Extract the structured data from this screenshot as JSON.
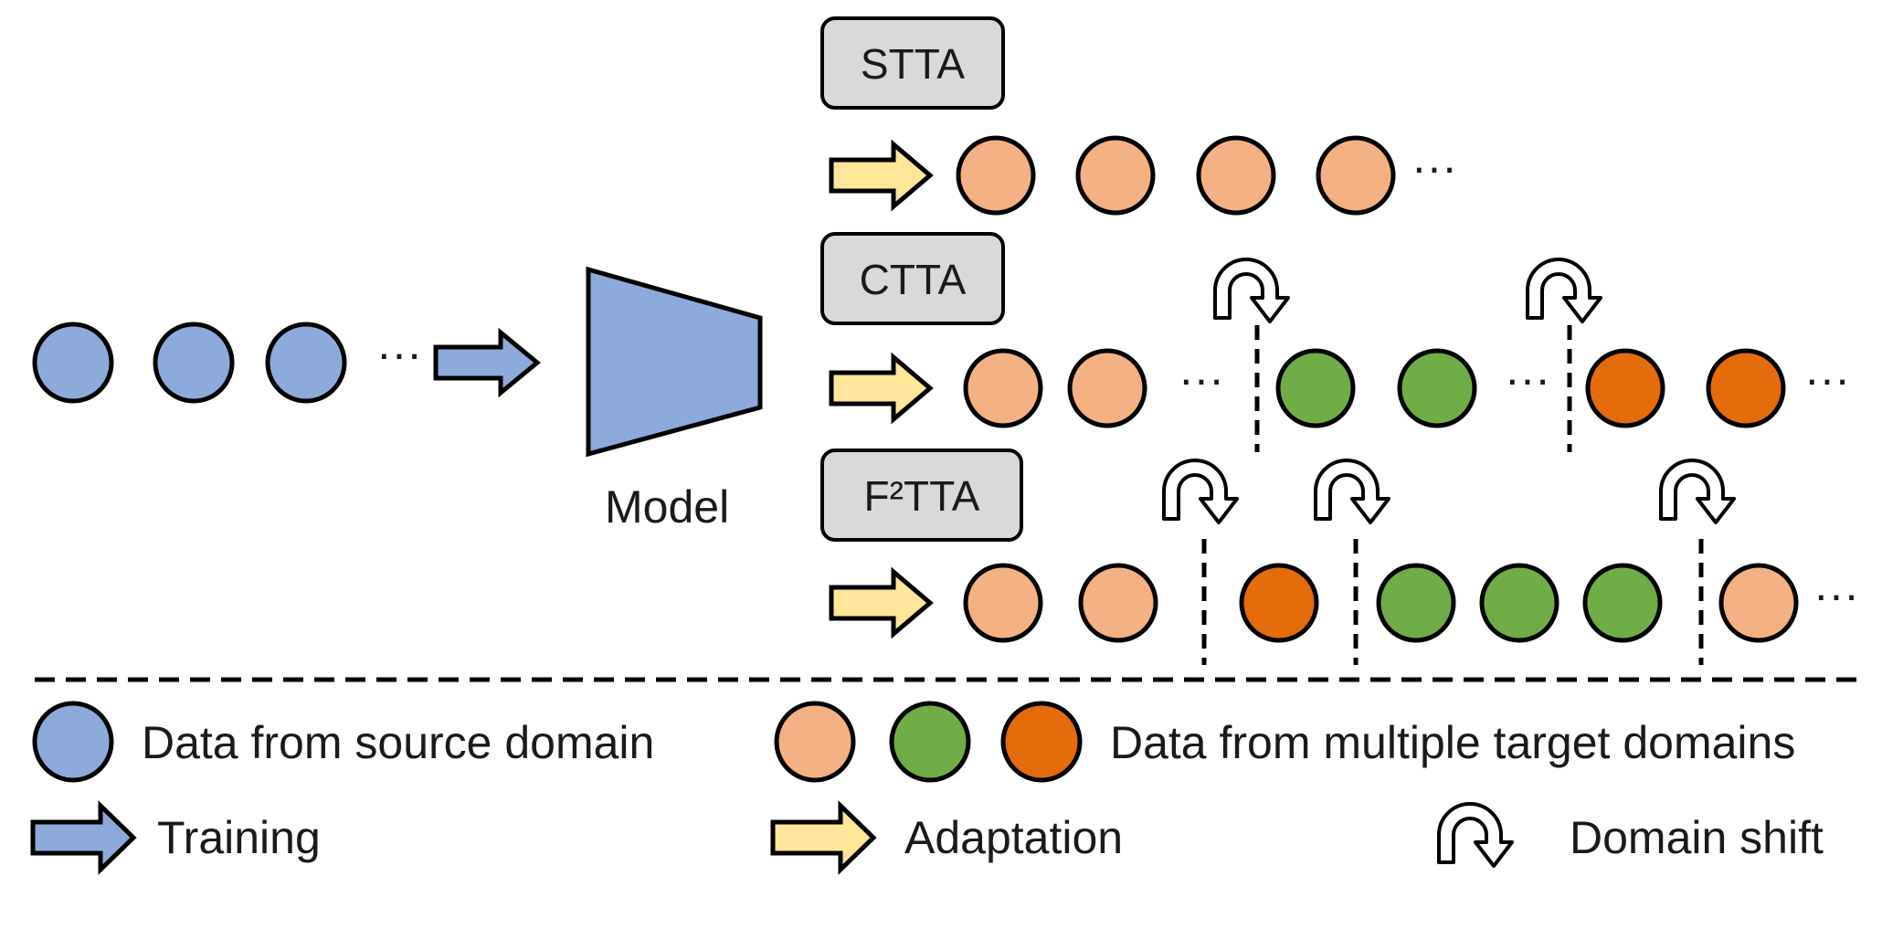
{
  "colors": {
    "source": "#8eaadb",
    "target_a": "#f4b183",
    "target_b": "#70ad47",
    "target_c": "#e46c0a",
    "adapt_arrow": "#ffe699",
    "train_arrow": "#8eaadb",
    "label_box": "#d9d9d9",
    "stroke": "#000000"
  },
  "model": {
    "label": "Model"
  },
  "source_stream": {
    "ellipsis": "···"
  },
  "rows": [
    {
      "tag": "STTA",
      "sequence": [
        "a",
        "a",
        "a",
        "a",
        "..."
      ]
    },
    {
      "tag": "CTTA",
      "sequence": [
        "a",
        "a",
        "...",
        "|",
        "b",
        "b",
        "...",
        "|",
        "c",
        "c",
        "..."
      ]
    },
    {
      "tag": "F²TTA",
      "sequence": [
        "a",
        "a",
        "|",
        "c",
        "|",
        "b",
        "b",
        "b",
        "|",
        "a",
        "..."
      ]
    }
  ],
  "legend": {
    "source_label": "Data from source domain",
    "target_label": "Data from multiple target domains",
    "training_label": "Training",
    "adaptation_label": "Adaptation",
    "shift_label": "Domain shift"
  },
  "icons": [
    "training-arrow-icon",
    "adaptation-arrow-icon",
    "domain-shift-icon"
  ]
}
